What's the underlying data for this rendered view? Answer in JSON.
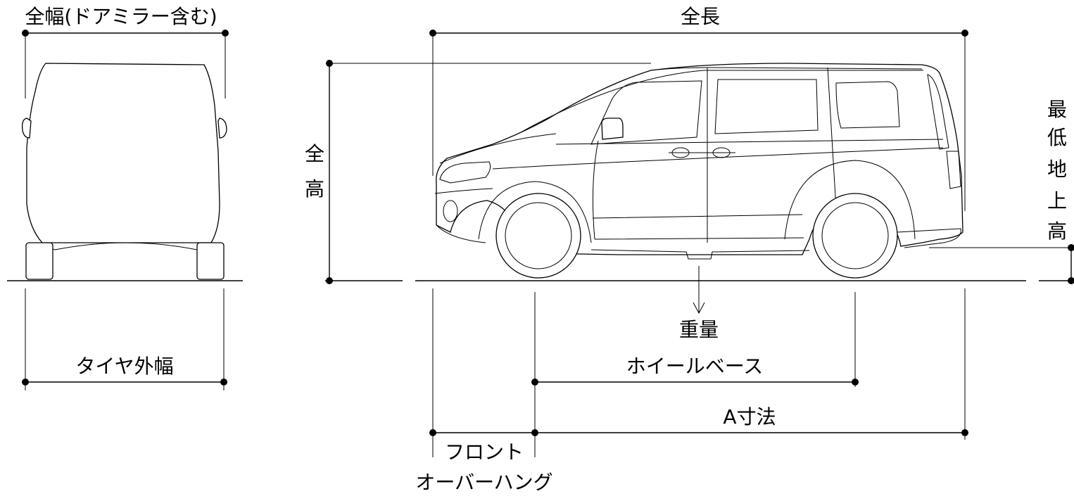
{
  "labels": {
    "overall_width_mirror": "全幅(ドアミラー含む)",
    "overall_length": "全長",
    "overall_height_1": "全",
    "overall_height_2": "高",
    "min_ground_1": "最",
    "min_ground_2": "低",
    "min_ground_3": "地",
    "min_ground_4": "上",
    "min_ground_5": "高",
    "weight": "重量",
    "wheelbase": "ホイールベース",
    "a_dimension": "A寸法",
    "tire_width": "タイヤ外幅",
    "front_overhang_1": "フロント",
    "front_overhang_2": "オーバーハング"
  },
  "colors": {
    "line": "#000000",
    "background": "#ffffff"
  },
  "icons": {
    "dimension_endpoint": "dot",
    "weight_arrow": "down-arrow"
  }
}
